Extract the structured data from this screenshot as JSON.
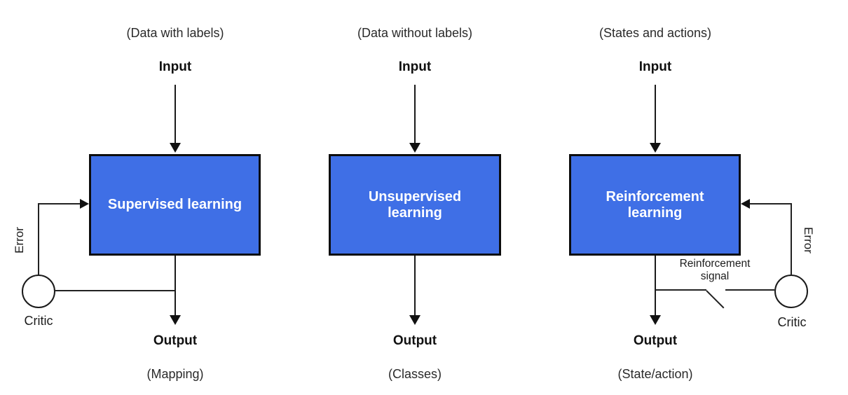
{
  "colors": {
    "box_fill": "#3f6fe6",
    "box_border": "#0d0d0d",
    "box_text": "#ffffff",
    "line": "#1a1a1a",
    "label_text": "#212121",
    "background": "#ffffff"
  },
  "columns": [
    {
      "id": "supervised",
      "top_label": "(Data with labels)",
      "input_label": "Input",
      "box_line1": "Supervised learning",
      "output_label": "Output",
      "bottom_label": "(Mapping)",
      "error_label": "Error",
      "critic_label": "Critic"
    },
    {
      "id": "unsupervised",
      "top_label": "(Data without labels)",
      "input_label": "Input",
      "box_line1": "Unsupervised",
      "box_line2": "learning",
      "output_label": "Output",
      "bottom_label": "(Classes)"
    },
    {
      "id": "reinforcement",
      "top_label": "(States and actions)",
      "input_label": "Input",
      "box_line1": "Reinforcement",
      "box_line2": "learning",
      "output_label": "Output",
      "bottom_label": "(State/action)",
      "error_label": "Error",
      "critic_label": "Critic",
      "signal_line1": "Reinforcement",
      "signal_line2": "signal"
    }
  ]
}
